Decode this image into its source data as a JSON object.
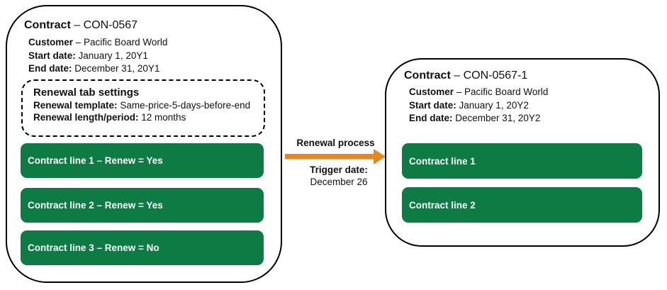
{
  "colors": {
    "line_green": "#0E7B45",
    "arrow_orange": "#E8871E",
    "outline_black": "#000000",
    "bar_text_white": "#FFFFFF"
  },
  "source_contract": {
    "title_label": "Contract",
    "title_value": "– CON-0567",
    "customer_label": "Customer",
    "customer_value": "– Pacific Board World",
    "start_label": "Start date:",
    "start_value": "January 1, 20Y1",
    "end_label": "End date:",
    "end_value": "December 31, 20Y1",
    "renewal_settings": {
      "heading": "Renewal tab settings",
      "template_label": "Renewal template:",
      "template_value": "Same-price-5-days-before-end",
      "length_label": "Renewal length/period:",
      "length_value": "12 months"
    },
    "lines": [
      "Contract line 1 – Renew = Yes",
      "Contract line 2 – Renew = Yes",
      "Contract line 3 – Renew = No"
    ]
  },
  "process": {
    "label": "Renewal process",
    "trigger_label": "Trigger date:",
    "trigger_value": "December 26"
  },
  "renewed_contract": {
    "title_label": "Contract",
    "title_value": "– CON-0567-1",
    "customer_label": "Customer",
    "customer_value": "– Pacific Board World",
    "start_label": "Start date:",
    "start_value": "January 1, 20Y2",
    "end_label": "End date:",
    "end_value": "December 31, 20Y2",
    "lines": [
      "Contract line 1",
      "Contract line 2"
    ]
  }
}
